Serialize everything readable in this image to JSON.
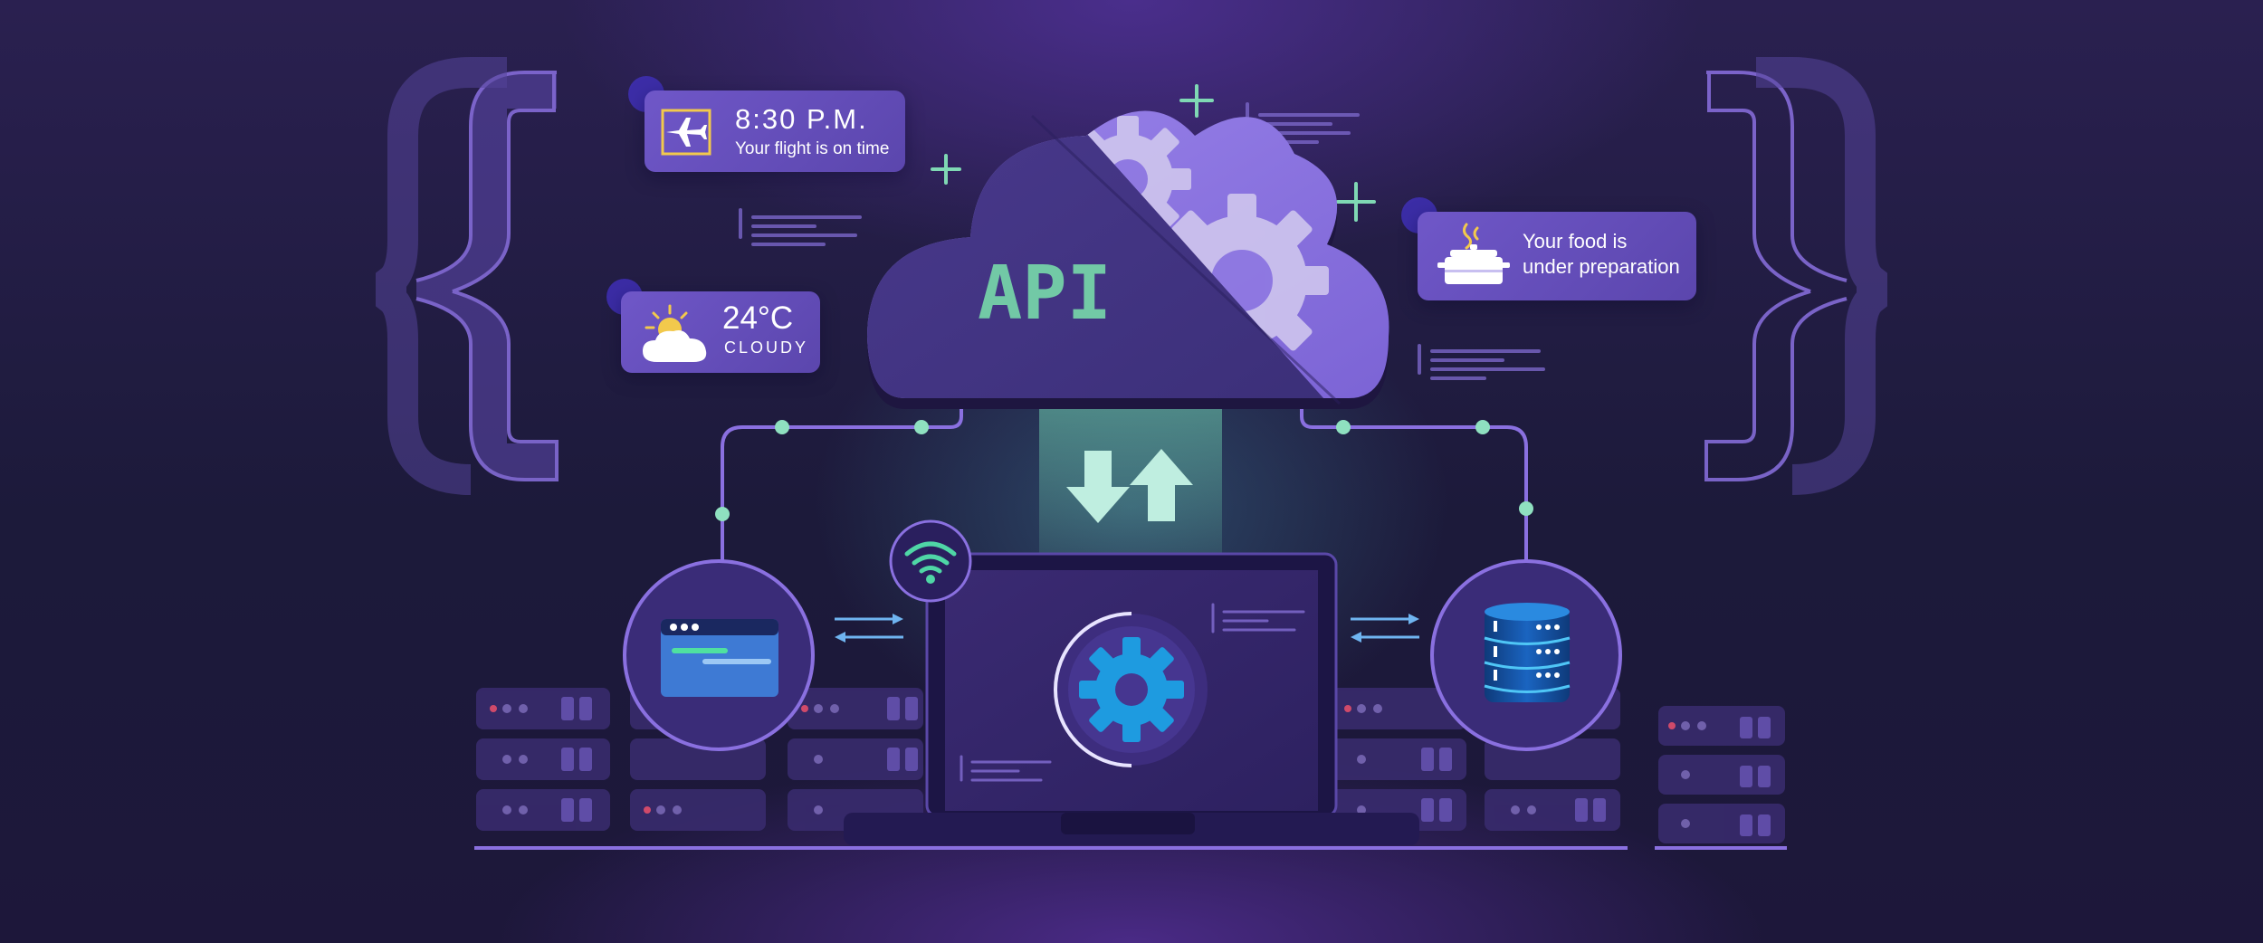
{
  "api_label": "API",
  "flight_card": {
    "time": "8:30 P.M.",
    "status": "Your flight is on time",
    "icon": "airplane-icon"
  },
  "weather_card": {
    "temperature": "24°C",
    "condition": "CLOUDY",
    "icon": "partly-cloudy-icon"
  },
  "food_card": {
    "line1": "Your food is",
    "line2": "under preparation",
    "icon": "cooking-pot-icon"
  },
  "icons": {
    "cloud": "api-cloud-icon",
    "gears": "gear-icon",
    "transfer": "up-down-arrows-icon",
    "wifi": "wifi-icon",
    "browser": "browser-window-icon",
    "database": "database-icon",
    "settings": "settings-gear-icon"
  },
  "colors": {
    "background": "#211b42",
    "accent_purple": "#8a70e0",
    "accent_green": "#6fcfa8",
    "api_text": "#72c9a6",
    "gear_blue": "#1e9be0",
    "card": "#6a54c2"
  }
}
